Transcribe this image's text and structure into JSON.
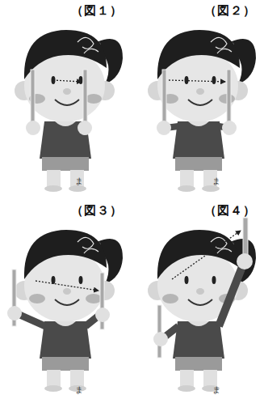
{
  "diagram": {
    "labels": [
      "（図１）",
      "（図２）",
      "（図３）",
      "（図４）",
      "ま",
      "ま",
      "ま",
      "ま"
    ]
  }
}
